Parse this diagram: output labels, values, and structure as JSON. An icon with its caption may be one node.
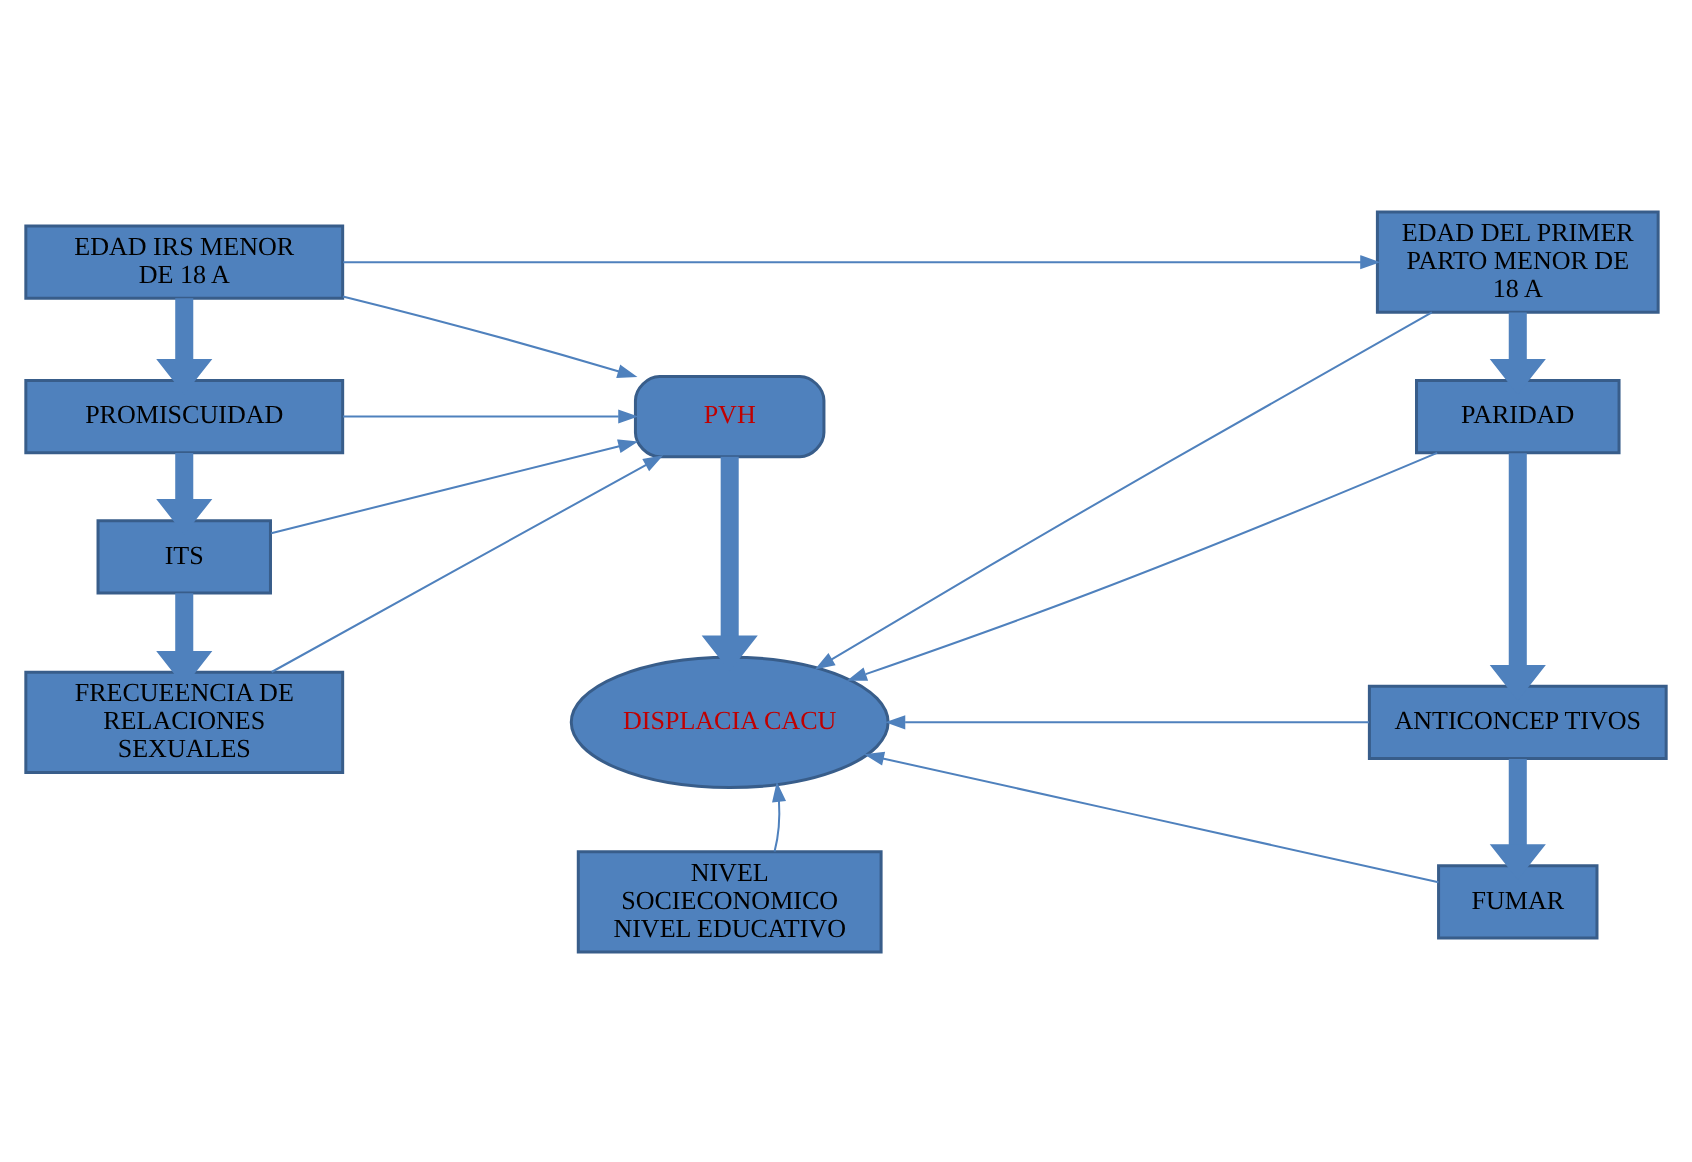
{
  "diagram": {
    "nodes": [
      {
        "text": [
          "EDAD IRS MENOR DE 18 A"
        ]
      },
      {
        "text": [
          "PROMISCUIDAD"
        ]
      },
      {
        "text": [
          "ITS"
        ]
      },
      {
        "text": [
          "FRECUEENCIA DE RELACIONES SEXUALES"
        ]
      },
      {
        "text": [
          "PVH"
        ]
      },
      {
        "text": [
          "DISPLACIA CACU"
        ]
      },
      {
        "text": [
          "EDAD DEL PRIMER PARTO MENOR DE 18 A"
        ]
      },
      {
        "text": [
          "PARIDAD"
        ]
      },
      {
        "text": [
          "ANTICONCEP TIVOS"
        ]
      },
      {
        "text": [
          "FUMAR"
        ]
      },
      {
        "text": [
          "NIVEL SOCIECONOMICO NIVEL EDUCATIVO"
        ]
      }
    ],
    "edges": [
      {
        "from": 0,
        "to": 1,
        "arrow": "to",
        "style": "thick"
      },
      {
        "from": 1,
        "to": 2,
        "arrow": "to",
        "style": "thick"
      },
      {
        "from": 2,
        "to": 3,
        "arrow": "to",
        "style": "thick"
      },
      {
        "from": 0,
        "to": 4,
        "arrow": "to"
      },
      {
        "from": 1,
        "to": 4,
        "arrow": "to"
      },
      {
        "from": 2,
        "to": 4,
        "arrow": "to"
      },
      {
        "from": 3,
        "to": 4,
        "arrow": "to"
      },
      {
        "from": 0,
        "to": 6,
        "arrow": "to"
      },
      {
        "from": 4,
        "to": 5,
        "arrow": "to",
        "style": "thick"
      },
      {
        "from": 6,
        "to": 7,
        "arrow": "to",
        "style": "thick"
      },
      {
        "from": 7,
        "to": 8,
        "arrow": "to",
        "style": "thick"
      },
      {
        "from": 8,
        "to": 9,
        "arrow": "to",
        "style": "thick"
      },
      {
        "from": 6,
        "to": 5,
        "arrow": "to"
      },
      {
        "from": 7,
        "to": 5,
        "arrow": "to"
      },
      {
        "from": 8,
        "to": 5,
        "arrow": "to"
      },
      {
        "from": 9,
        "to": 5,
        "arrow": "to"
      },
      {
        "from": 10,
        "to": 5,
        "arrow": "to"
      }
    ]
  }
}
